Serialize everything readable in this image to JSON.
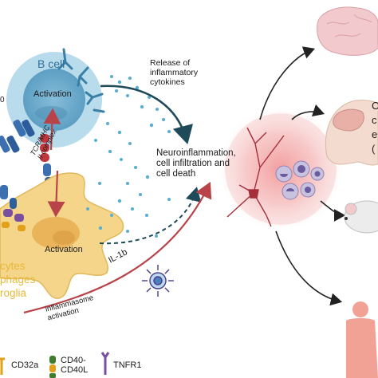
{
  "cells": {
    "b_cell": "B cell",
    "b_cell_activation": "Activation",
    "myeloid_activation": "Activation",
    "myeloid_lines": [
      "cytes",
      "phages",
      "roglia"
    ]
  },
  "labels": {
    "cytokines": "Release of\ninflammatory\ncytokines",
    "tcr_mhc": "TCR/MHC\nII complex",
    "il1b": "IL-1b",
    "inflammasome": "inflammasome\nactivation",
    "outcome": "Neuroinflammation,\ncell infiltration and\ncell death",
    "clipped_left": "0",
    "clipped_right": [
      "C",
      "c",
      "e",
      "("
    ]
  },
  "legend": [
    {
      "label": "CD32a",
      "icon": "cd32a-receptor-icon",
      "color": "#e2a11b"
    },
    {
      "label": "CD40-\nCD40L",
      "icon": "cd40-cd40l-icon",
      "color": "#3f7d2e"
    },
    {
      "label": "TNFR1",
      "icon": "tnfr1-receptor-icon",
      "color": "#7a4f9e"
    }
  ],
  "colors": {
    "b_cell_outer": "#b9dcec",
    "b_cell_inner": "#6faccc",
    "myeloid_cell": "#f5d58a",
    "myeloid_nucleus": "#e9b45a",
    "myeloid_text": "#e8b938",
    "inflammation_glow": "#f08a8a",
    "arrow_dark": "#1f4a5a",
    "arrow_red": "#b8444a",
    "dots": "#5aaed0"
  }
}
